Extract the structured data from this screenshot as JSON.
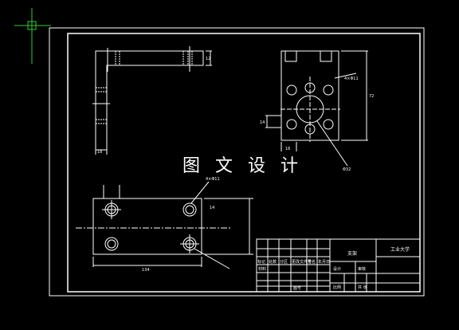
{
  "watermark": "图 文 设 计",
  "title_block": {
    "part_name": "支架",
    "school": "工业大学",
    "designer_cell": "设计",
    "check_cell": "审核",
    "scale_label": "比例",
    "sheet_label": "共  张",
    "material_label": "材料",
    "drawing_no": "图号",
    "row_labels": [
      "标记",
      "处数",
      "分区",
      "更改文件号",
      "签名",
      "年月日"
    ]
  },
  "dimensions": {
    "top_left_height": "12",
    "top_left_bottom": "18",
    "front_left": "14",
    "front_bottom": "16",
    "front_right": "72",
    "hole_callout_1": "4×Φ11",
    "hole_callout_2": "Φ32",
    "bottom_length": "134",
    "bottom_right": "14",
    "bottom_hole": "4×Φ11"
  },
  "colors": {
    "background": "#000000",
    "line": "#ffffff",
    "cursor": "#33cc33"
  },
  "icons": {
    "cursor": "crosshair-cursor-icon"
  }
}
